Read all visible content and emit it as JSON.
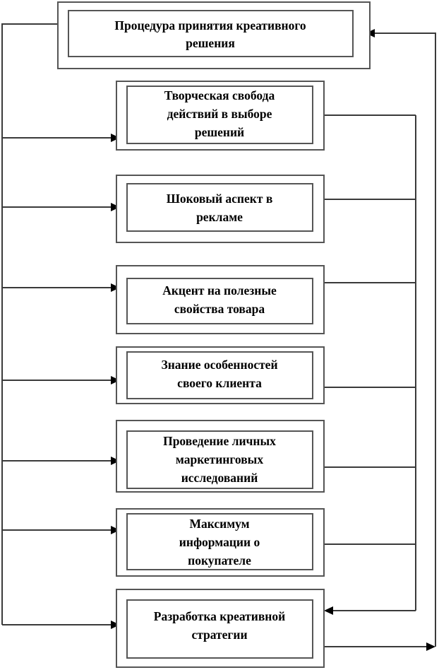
{
  "diagram": {
    "title": "Процедура принятия креативного решения",
    "type": "flowchart",
    "orientation": "vertical-stack-with-feedback-loops",
    "colors": {
      "background": "#ffffff",
      "box_border": "#555555",
      "connector": "#3a3a3a",
      "arrow_head": "#000000",
      "text": "#000000"
    },
    "nodes": [
      {
        "id": "node-1",
        "label_lines": [
          "Процедура принятия креативного",
          "решения"
        ],
        "label": "Процедура принятия креативного решения",
        "role": "header"
      },
      {
        "id": "node-2",
        "label_lines": [
          "Творческая свобода",
          "действий в выборе",
          "решений"
        ],
        "label": "Творческая свобода действий в выборе решений",
        "role": "step"
      },
      {
        "id": "node-3",
        "label_lines": [
          "Шоковый аспект в",
          "рекламе"
        ],
        "label": "Шоковый аспект в рекламе",
        "role": "step"
      },
      {
        "id": "node-4",
        "label_lines": [
          "Акцент на полезные",
          "свойства товара"
        ],
        "label": "Акцент на полезные свойства товара",
        "role": "step"
      },
      {
        "id": "node-5",
        "label_lines": [
          "Знание особенностей",
          "своего клиента"
        ],
        "label": "Знание особенностей своего клиента",
        "role": "step"
      },
      {
        "id": "node-6",
        "label_lines": [
          "Проведение личных",
          "маркетинговых",
          "исследований"
        ],
        "label": "Проведение личных маркетинговых исследований",
        "role": "step"
      },
      {
        "id": "node-7",
        "label_lines": [
          "Максимум",
          "информации о",
          "покупателе"
        ],
        "label": "Максимум информации о покупателе",
        "role": "step"
      },
      {
        "id": "node-8",
        "label_lines": [
          "Разработка креативной",
          "стратегии"
        ],
        "label": "Разработка креативной стратегии",
        "role": "outcome"
      }
    ],
    "connectors": [
      {
        "id": "conn-left-bus",
        "from": "node-1",
        "to": "left-bus",
        "kind": "line"
      },
      {
        "id": "conn-left-to-node-2",
        "from": "left-bus",
        "to": "node-2",
        "kind": "arrow"
      },
      {
        "id": "conn-left-to-node-3",
        "from": "left-bus",
        "to": "node-3",
        "kind": "arrow"
      },
      {
        "id": "conn-left-to-node-4",
        "from": "left-bus",
        "to": "node-4",
        "kind": "arrow"
      },
      {
        "id": "conn-left-to-node-5",
        "from": "left-bus",
        "to": "node-5",
        "kind": "arrow"
      },
      {
        "id": "conn-left-to-node-6",
        "from": "left-bus",
        "to": "node-6",
        "kind": "arrow"
      },
      {
        "id": "conn-left-to-node-7",
        "from": "left-bus",
        "to": "node-7",
        "kind": "arrow"
      },
      {
        "id": "conn-left-to-node-8",
        "from": "left-bus",
        "to": "node-8",
        "kind": "arrow"
      },
      {
        "id": "conn-node-2-to-right-bus",
        "from": "node-2",
        "to": "right-bus",
        "kind": "line"
      },
      {
        "id": "conn-node-3-to-right-bus",
        "from": "node-3",
        "to": "right-bus",
        "kind": "line"
      },
      {
        "id": "conn-node-4-to-right-bus",
        "from": "node-4",
        "to": "right-bus",
        "kind": "line"
      },
      {
        "id": "conn-node-5-to-right-bus",
        "from": "node-5",
        "to": "right-bus",
        "kind": "line"
      },
      {
        "id": "conn-node-6-to-right-bus",
        "from": "node-6",
        "to": "right-bus",
        "kind": "line"
      },
      {
        "id": "conn-node-7-to-right-bus",
        "from": "node-7",
        "to": "right-bus",
        "kind": "line"
      },
      {
        "id": "conn-right-bus-to-node-8",
        "from": "right-bus",
        "to": "node-8",
        "kind": "arrow"
      },
      {
        "id": "conn-node-8-to-outer-bus",
        "from": "node-8",
        "to": "outer-bus",
        "kind": "arrow"
      },
      {
        "id": "conn-outer-bus-to-node-1",
        "from": "outer-bus",
        "to": "node-1",
        "kind": "arrow"
      }
    ]
  }
}
